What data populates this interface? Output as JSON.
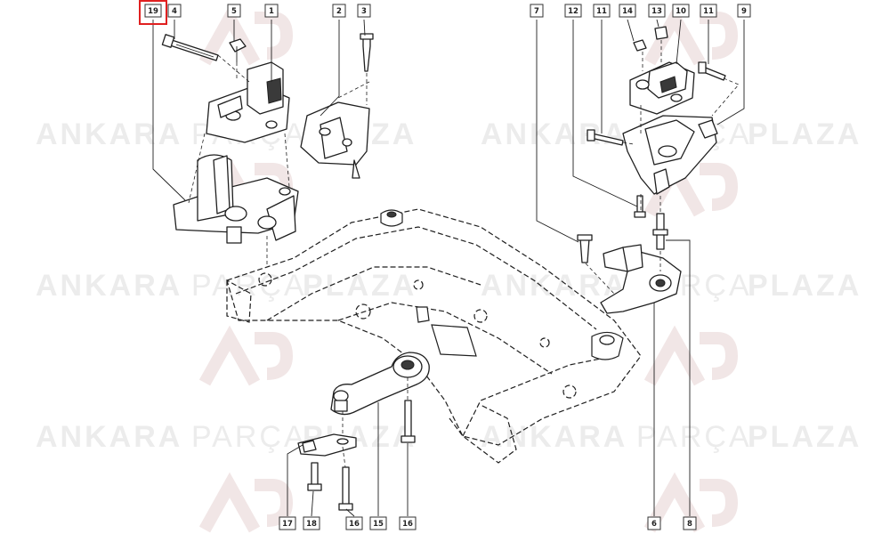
{
  "watermark": {
    "brand_bold": "ANKARA",
    "brand_light": "PARÇA",
    "brand_end": "PLAZA",
    "logo_text": "AP"
  },
  "colors": {
    "highlight": "#e02020",
    "line": "#1f1f1f",
    "watermark": "#ececec"
  },
  "callouts": {
    "c19": "19",
    "c4": "4",
    "c5": "5",
    "c1": "1",
    "c2": "2",
    "c3": "3",
    "c7": "7",
    "c12": "12",
    "c11a": "11",
    "c14": "14",
    "c13": "13",
    "c10": "10",
    "c11b": "11",
    "c9": "9",
    "c17": "17",
    "c18": "18",
    "c16a": "16",
    "c15": "15",
    "c16b": "16",
    "c6": "6",
    "c8": "8"
  }
}
